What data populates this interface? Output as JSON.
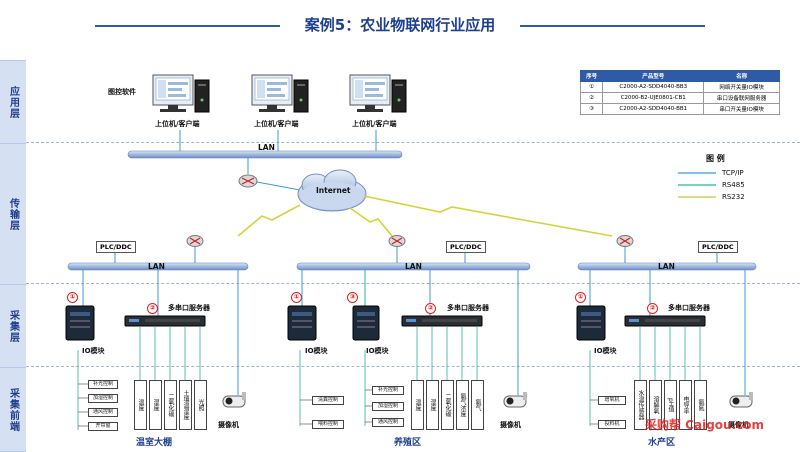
{
  "title": "案例5：农业物联网行业应用",
  "layers": [
    "应用层",
    "传输层",
    "采集层",
    "采集前端"
  ],
  "app_layer": {
    "software_label": "图控软件",
    "host_label": "上位机/客户端"
  },
  "lan_label": "LAN",
  "internet_label": "Internet",
  "plc_label": "PLC/DDC",
  "io_module_label": "IO模块",
  "serial_server_label": "多串口服务器",
  "camera_label": "摄像机",
  "circle_nums": [
    "①",
    "②",
    "③"
  ],
  "product_table": {
    "headers": [
      "序号",
      "产品型号",
      "名称"
    ],
    "rows": [
      [
        "①",
        "C2000-A2-SDD4040-BB3",
        "网络开关量IO模块"
      ],
      [
        "②",
        "C2000-B2-UJE0801-CB1",
        "串口设备联网服务器"
      ],
      [
        "③",
        "C2000-A2-SDD4040-BB1",
        "串口开关量IO模块"
      ]
    ]
  },
  "legend": {
    "title": "图  例",
    "items": [
      {
        "label": "TCP/IP",
        "color": "#3a9bd9"
      },
      {
        "label": "RS485",
        "color": "#2bb39a"
      },
      {
        "label": "RS232",
        "color": "#c9c23a"
      }
    ]
  },
  "areas": [
    {
      "name": "温室大棚",
      "controls": [
        "补光控制",
        "加湿控制",
        "通风控制",
        "开帘窗"
      ],
      "sensors": [
        "温度",
        "湿度",
        "二氧化碳",
        "土壤温湿度",
        "光照"
      ]
    },
    {
      "name": "养殖区",
      "controls_a": [
        "清粪控制",
        "喂料控制"
      ],
      "controls_b": [
        "补光控制",
        "加湿控制",
        "通风控制"
      ],
      "sensors": [
        "温度",
        "湿度",
        "二氧化碳",
        "氨气浓度",
        "氨气"
      ]
    },
    {
      "name": "水产区",
      "controls": [
        "增氧机",
        "投料机"
      ],
      "sensors": [
        "水温传感器",
        "溶解氧",
        "pH值",
        "电导率",
        "氨氮"
      ]
    }
  ],
  "watermark": "采购帮 Caigou.com"
}
